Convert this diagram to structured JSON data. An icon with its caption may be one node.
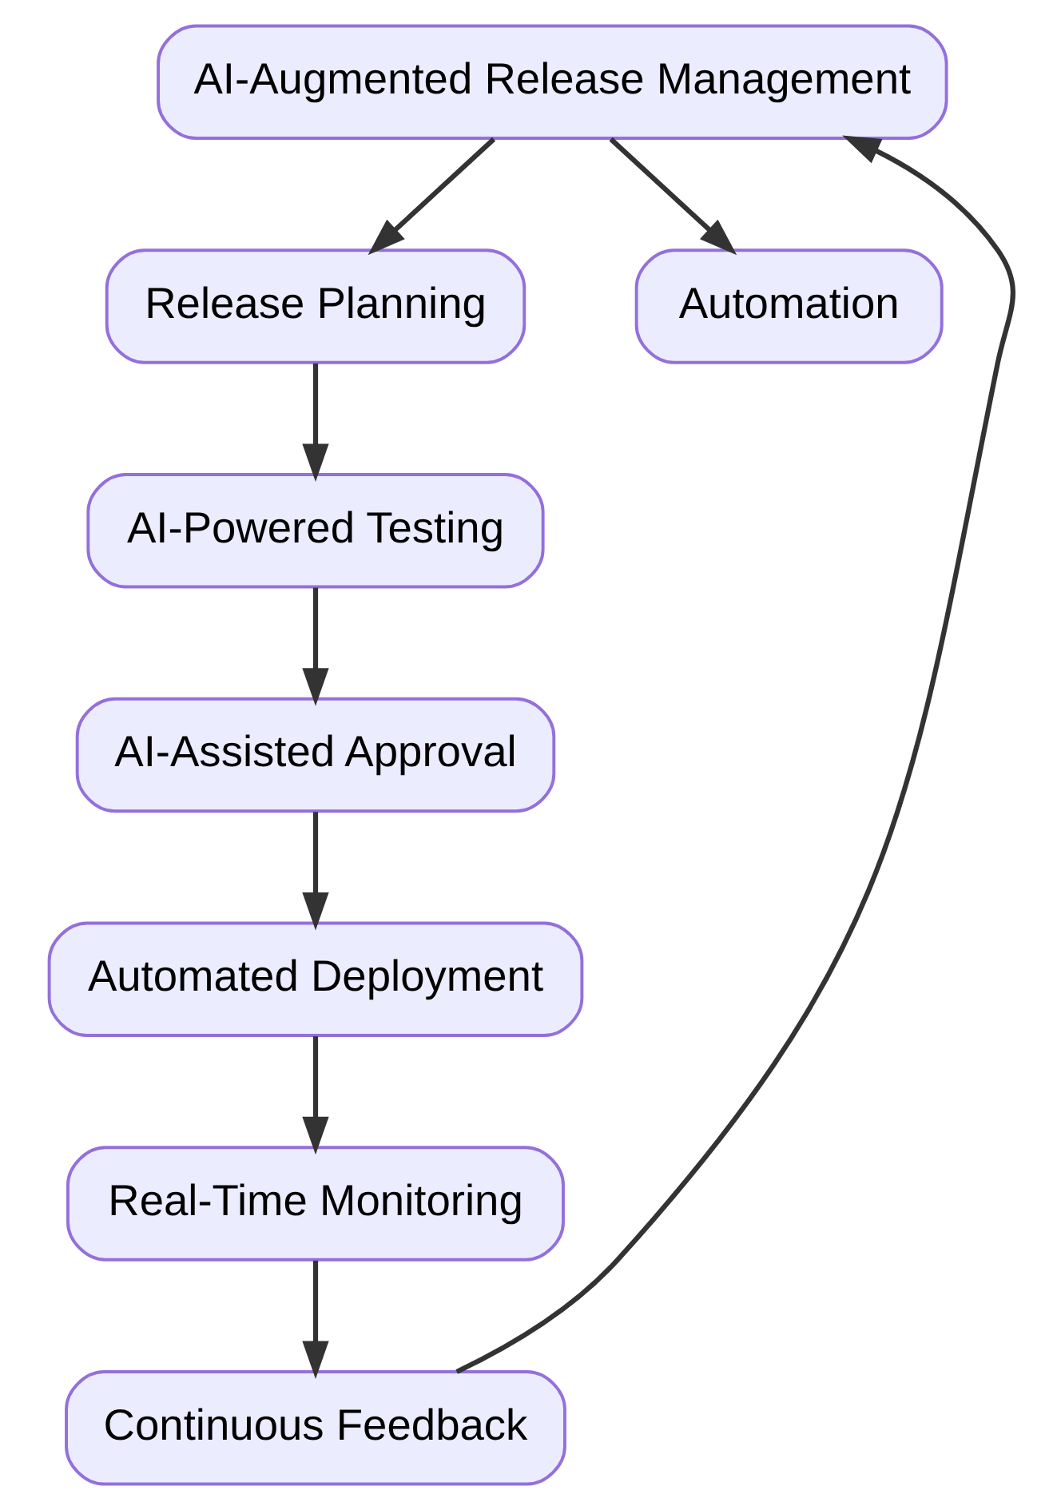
{
  "diagram": {
    "nodes": [
      {
        "text": [
          "AI-Augmented Release Management"
        ]
      },
      {
        "text": [
          "Release Planning"
        ]
      },
      {
        "text": [
          "Automation"
        ]
      },
      {
        "text": [
          "AI-Powered Testing"
        ]
      },
      {
        "text": [
          "AI-Assisted Approval"
        ]
      },
      {
        "text": [
          "Automated Deployment"
        ]
      },
      {
        "text": [
          "Real-Time Monitoring"
        ]
      },
      {
        "text": [
          "Continuous Feedback"
        ]
      }
    ],
    "edges": [
      {
        "from": 0,
        "to": 1,
        "arrow": "to"
      },
      {
        "from": 0,
        "to": 2,
        "arrow": "to"
      },
      {
        "from": 1,
        "to": 3,
        "arrow": "to"
      },
      {
        "from": 3,
        "to": 4,
        "arrow": "to"
      },
      {
        "from": 4,
        "to": 5,
        "arrow": "to"
      },
      {
        "from": 5,
        "to": 6,
        "arrow": "to"
      },
      {
        "from": 6,
        "to": 7,
        "arrow": "to"
      },
      {
        "from": 7,
        "to": 0,
        "arrow": "to"
      }
    ]
  }
}
